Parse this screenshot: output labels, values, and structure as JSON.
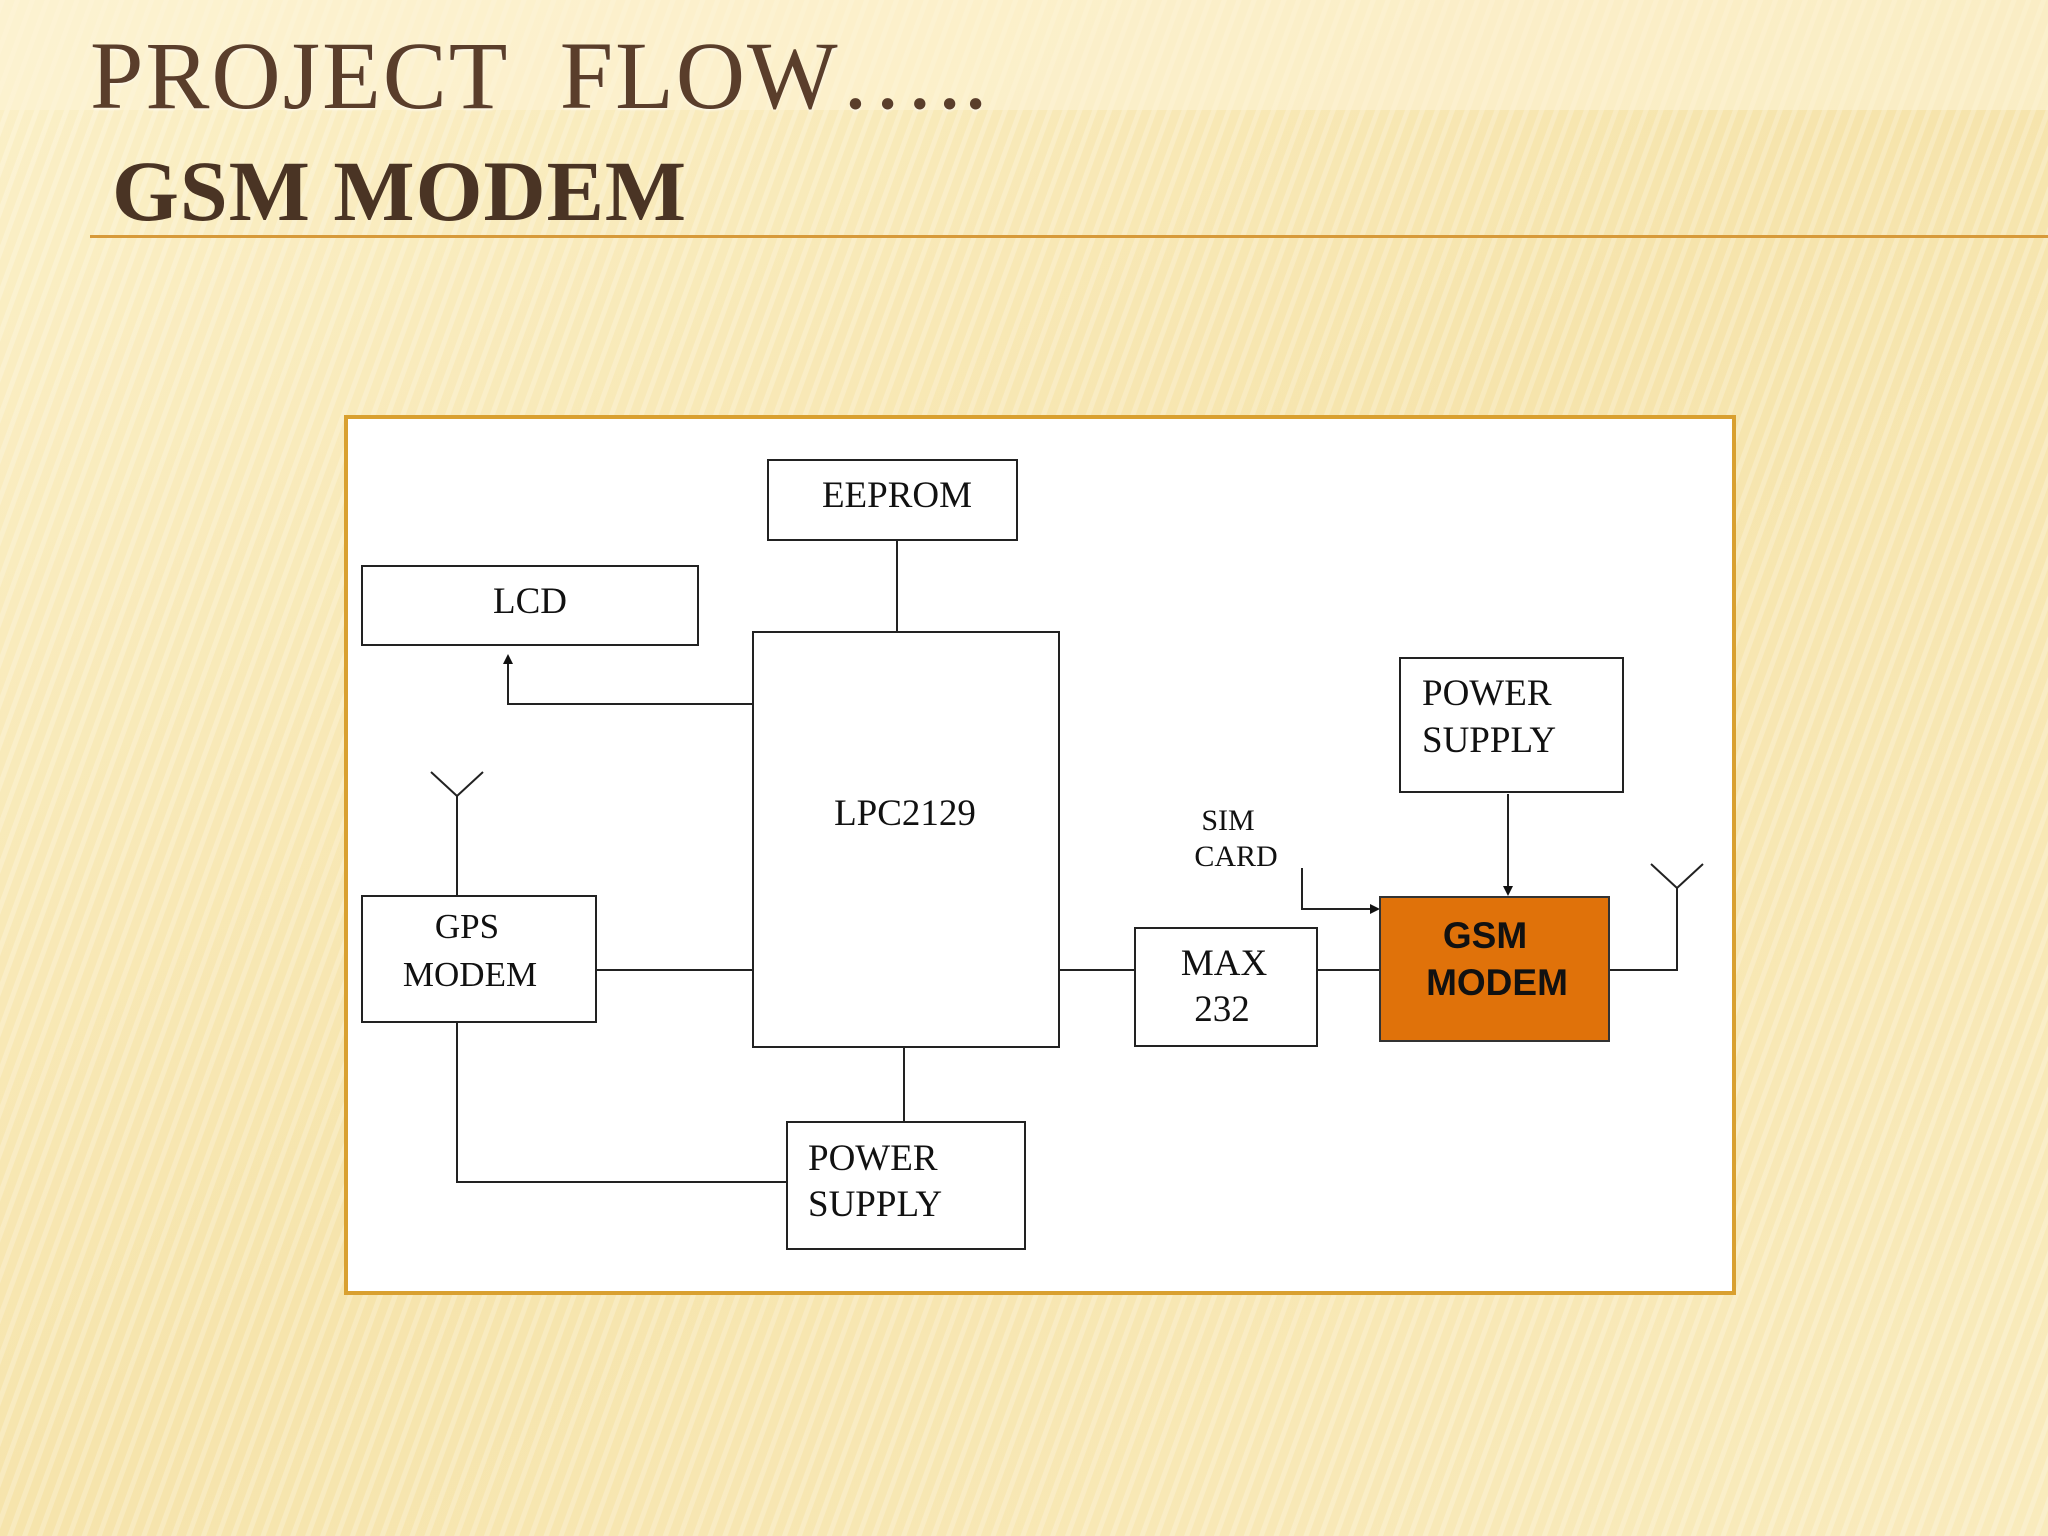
{
  "slide": {
    "title": "PROJECT  FLOW…..",
    "subtitle": "GSM MODEM"
  },
  "diagram": {
    "eeprom": "EEPROM",
    "lcd": "LCD",
    "mcu": "LPC2129",
    "gps_line1": "GPS",
    "gps_line2": "MODEM",
    "power_bottom_line1": "POWER",
    "power_bottom_line2": "SUPPLY",
    "power_top_line1": "POWER",
    "power_top_line2": "SUPPLY",
    "sim_line1": "SIM",
    "sim_line2": "CARD",
    "max_line1": "MAX",
    "max_line2": "232",
    "gsm_line1": "GSM",
    "gsm_line2": "MODEM",
    "colors": {
      "highlight": "#e0720a",
      "frame": "#d9a030"
    }
  }
}
